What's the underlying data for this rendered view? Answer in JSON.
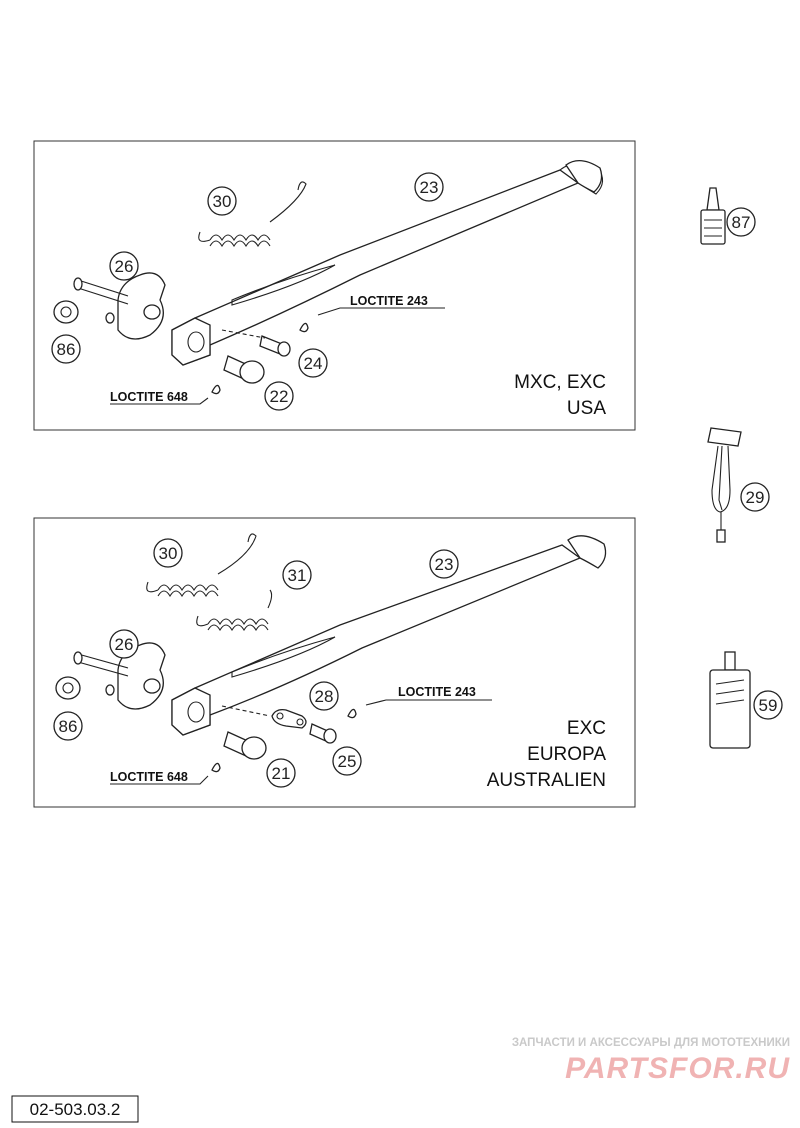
{
  "panels": [
    {
      "callouts": [
        "30",
        "23",
        "26",
        "86",
        "24",
        "22"
      ],
      "loctite": [
        "LOCTITE 243",
        "LOCTITE 648"
      ],
      "model_lines": [
        "MXC, EXC",
        "USA"
      ]
    },
    {
      "callouts": [
        "30",
        "31",
        "23",
        "26",
        "86",
        "28",
        "25",
        "21"
      ],
      "loctite": [
        "LOCTITE 243",
        "LOCTITE 648"
      ],
      "model_lines": [
        "EXC",
        "EUROPA",
        "AUSTRALIEN"
      ]
    }
  ],
  "side_parts": [
    "87",
    "29",
    "59"
  ],
  "doc_number": "02-503.03.2",
  "watermark": {
    "line1": "ЗАПЧАСТИ И АКСЕССУАРЫ ДЛЯ МОТОТЕХНИКИ",
    "line2": "PARTSFOR.RU"
  }
}
